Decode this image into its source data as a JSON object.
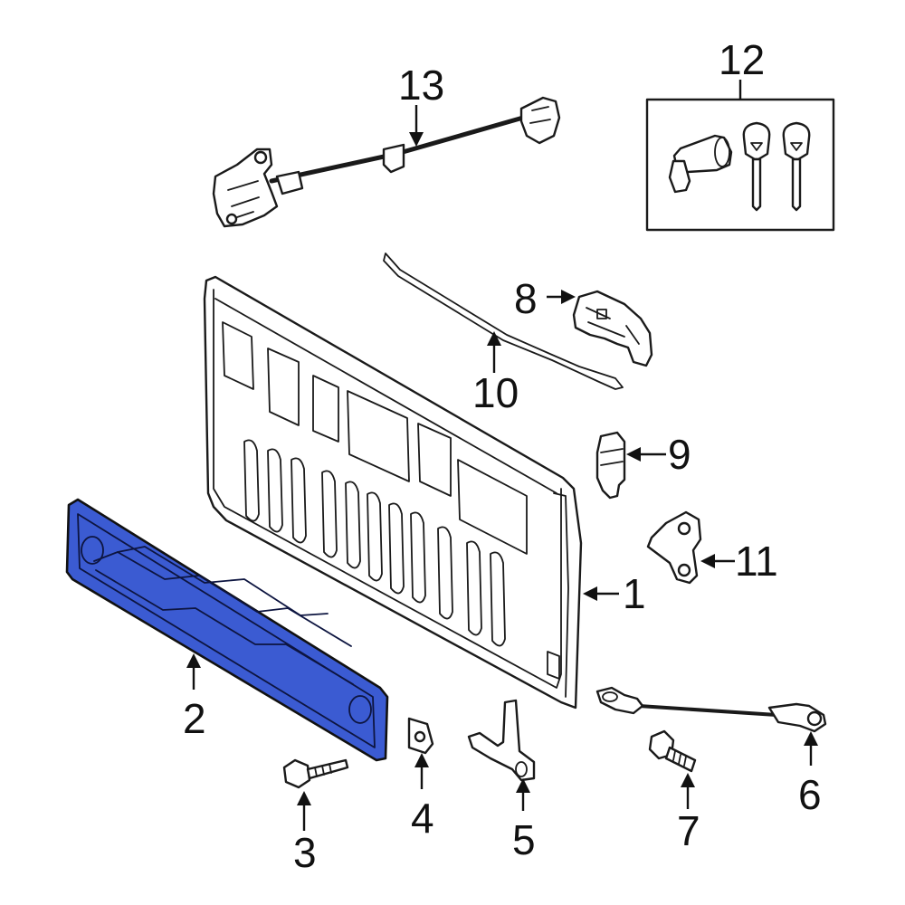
{
  "callouts": [
    {
      "id": "1",
      "label": "1",
      "part": "tailgate-shell"
    },
    {
      "id": "2",
      "label": "2",
      "part": "tailgate-trim-panel"
    },
    {
      "id": "3",
      "label": "3",
      "part": "bolt"
    },
    {
      "id": "4",
      "label": "4",
      "part": "clip-nut"
    },
    {
      "id": "5",
      "label": "5",
      "part": "hinge"
    },
    {
      "id": "6",
      "label": "6",
      "part": "support-cable"
    },
    {
      "id": "7",
      "label": "7",
      "part": "bolt"
    },
    {
      "id": "8",
      "label": "8",
      "part": "latch"
    },
    {
      "id": "9",
      "label": "9",
      "part": "switch"
    },
    {
      "id": "10",
      "label": "10",
      "part": "rod"
    },
    {
      "id": "11",
      "label": "11",
      "part": "striker-bracket"
    },
    {
      "id": "12",
      "label": "12",
      "part": "lock-cylinder-and-keys"
    },
    {
      "id": "13",
      "label": "13",
      "part": "handle-and-cable"
    }
  ],
  "colors": {
    "highlight": "#3b5bd2",
    "line": "#1a1a1a",
    "background": "#ffffff"
  }
}
